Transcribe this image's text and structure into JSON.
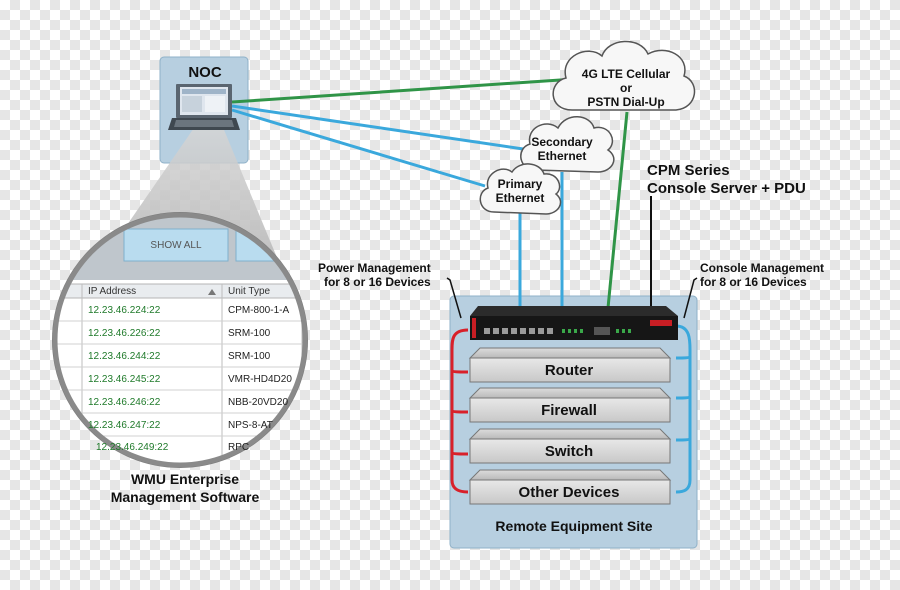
{
  "noc": {
    "label": "NOC"
  },
  "clouds": {
    "cellular": [
      "4G LTE Cellular",
      "or",
      "PSTN Dial-Up"
    ],
    "secondary": [
      "Secondary",
      "Ethernet"
    ],
    "primary": [
      "Primary",
      "Ethernet"
    ]
  },
  "cpm": [
    "CPM Series",
    "Console Server + PDU"
  ],
  "power_management": [
    "Power Management",
    "for 8 or 16 Devices"
  ],
  "console_management": [
    "Console Management",
    "for 8 or 16 Devices"
  ],
  "devices": [
    "Router",
    "Firewall",
    "Switch",
    "Other Devices"
  ],
  "site": {
    "label": "Remote Equipment Site"
  },
  "wmu": [
    "WMU Enterprise",
    "Management Software"
  ],
  "software": {
    "show_all_label": "SHOW ALL",
    "columns": [
      "IP Address",
      "Unit Type"
    ],
    "rows": [
      {
        "ip": "12.23.46.224:22",
        "unit": "CPM-800-1-A"
      },
      {
        "ip": "12.23.46.226:22",
        "unit": "SRM-100"
      },
      {
        "ip": "12.23.46.244:22",
        "unit": "SRM-100"
      },
      {
        "ip": "12.23.46.245:22",
        "unit": "VMR-HD4D20"
      },
      {
        "ip": "12.23.46.246:22",
        "unit": "NBB-20VD20"
      },
      {
        "ip": "12.23.46.247:22",
        "unit": "NPS-8-AT"
      },
      {
        "ip": "12.23.46.249:22",
        "unit": "RPC"
      }
    ]
  },
  "colors": {
    "panel": "#b7cfe0",
    "ethernet_link": "#3aa8dc",
    "cellular_link": "#2f9447",
    "power_link": "#d8202a",
    "console_link": "#3aa8dc"
  }
}
